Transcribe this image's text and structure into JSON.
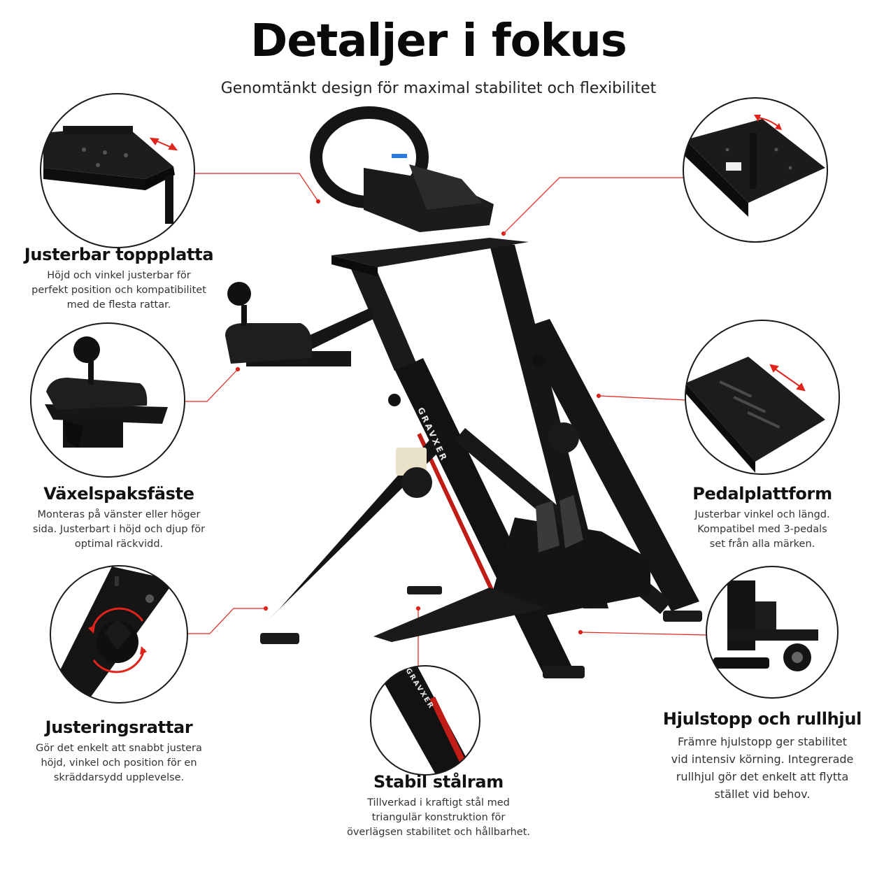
{
  "header": {
    "title": "Detaljer i fokus",
    "subtitle": "Genomtänkt design för maximal stabilitet och flexibilitet"
  },
  "colors": {
    "accent": "#e0241b",
    "frame": "#111111",
    "circle_border": "#1a1a1a",
    "text": "#111111"
  },
  "features": {
    "top_plate": {
      "title": "Justerbar toppplatta",
      "lines": [
        "Höjd och vinkel justerbar för",
        "perfekt position och kompatibilitet",
        "med de flesta rattar."
      ]
    },
    "gear_mount": {
      "title": "Växelspaksfäste",
      "lines": [
        "Monteras på vänster eller höger",
        "sida. Justerbart i höjd och djup för",
        "optimal räckvidd."
      ]
    },
    "knobs": {
      "title": "Justeringsrattar",
      "lines": [
        "Gör det enkelt att snabbt justera",
        "höjd, vinkel och position för en",
        "skräddarsydd upplevelse."
      ]
    },
    "frame": {
      "title": "Stabil stålram",
      "lines": [
        "Tillverkad i kraftigt stål med",
        "triangulär konstruktion för",
        "överlägsen stabilitet och hållbarhet."
      ]
    },
    "pedal": {
      "title": "Pedalplattform",
      "lines": [
        "Justerbar vinkel och längd.",
        "Kompatibel med 3-pedals",
        "set från alla märken."
      ]
    },
    "wheels": {
      "title": "Hjulstopp och rullhjul",
      "lines": [
        "Främre hjulstopp ger stabilitet",
        "vid intensiv körning. Integrerade",
        "rullhjul gör det enkelt att flytta",
        "stället vid behov."
      ]
    }
  },
  "product": {
    "brand_vertical": "GRAVXER",
    "brand_small": "GRAVXER"
  }
}
